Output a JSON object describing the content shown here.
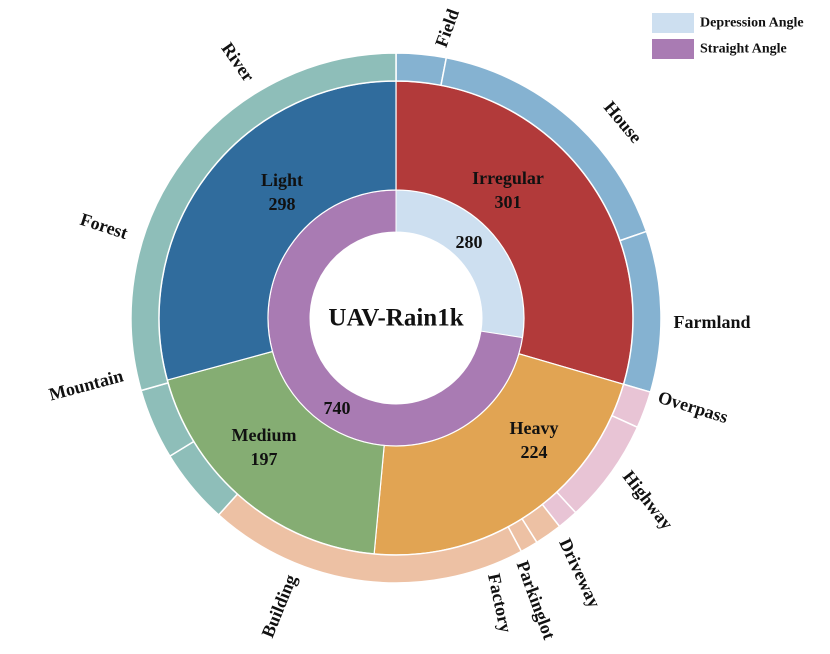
{
  "chart_data": {
    "type": "sunburst",
    "center_label": "UAV-Rain1k",
    "legend": [
      {
        "label": "Depression Angle",
        "color": "#cddff0"
      },
      {
        "label": "Straight  Angle",
        "color": "#a97bb3"
      }
    ],
    "inner_ring": [
      {
        "name": "Depression Angle",
        "value": 280,
        "label": "280",
        "color": "#cddff0"
      },
      {
        "name": "Straight  Angle",
        "value": 740,
        "label": "740",
        "color": "#a97bb3"
      }
    ],
    "middle_ring": [
      {
        "name": "Irregular",
        "value": 301,
        "color": "#b23a3a"
      },
      {
        "name": "Heavy",
        "value": 224,
        "color": "#e1a453"
      },
      {
        "name": "Medium",
        "value": 197,
        "color": "#85ad73"
      },
      {
        "name": "Light",
        "value": 298,
        "color": "#306c9d"
      }
    ],
    "outer_ring": [
      {
        "name": "Field",
        "value": 31,
        "color": "#85b2d1"
      },
      {
        "name": "House",
        "value": 170,
        "color": "#85b2d1"
      },
      {
        "name": "Farmland",
        "value": 100,
        "color": "#85b2d1"
      },
      {
        "name": "Overpass",
        "value": 23,
        "color": "#e8c4d5"
      },
      {
        "name": "Highway",
        "value": 65,
        "color": "#e8c4d5"
      },
      {
        "name": "Driveway",
        "value": 13,
        "color": "#e8c4d5"
      },
      {
        "name": "Parkinglot",
        "value": 17,
        "color": "#edc1a4"
      },
      {
        "name": "Factory",
        "value": 11,
        "color": "#edc1a4"
      },
      {
        "name": "Building",
        "value": 199,
        "color": "#edc1a4"
      },
      {
        "name": "Mountain",
        "value": 47,
        "color": "#8ebeb9"
      },
      {
        "name": "Forest",
        "value": 44,
        "color": "#8ebeb9"
      },
      {
        "name": "River",
        "value": 300,
        "color": "#8ebeb9"
      }
    ]
  }
}
